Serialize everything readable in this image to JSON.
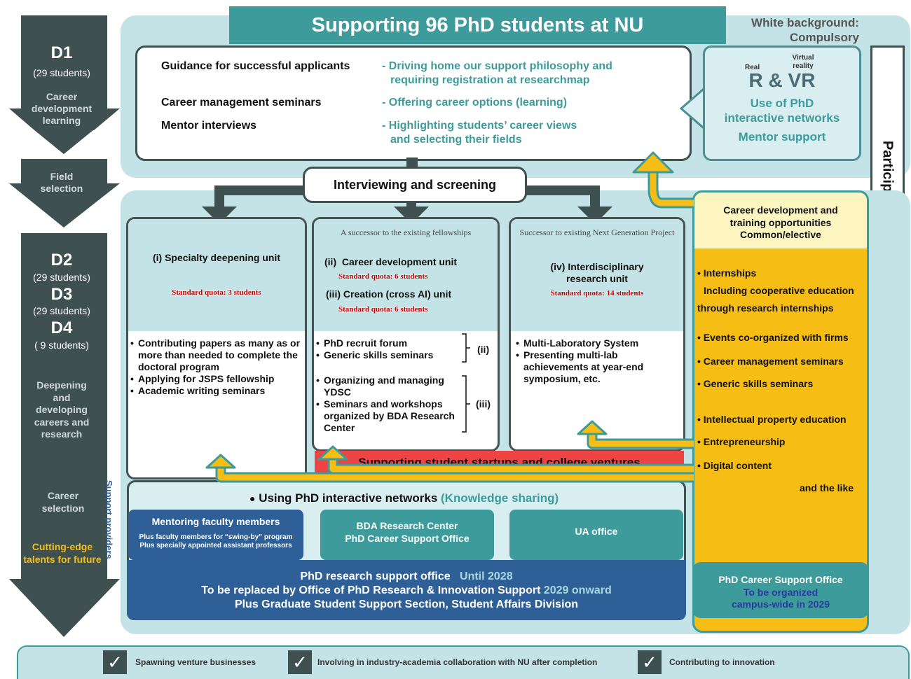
{
  "title": "Supporting 96 PhD students at NU",
  "white_bg_note": [
    "White background:",
    "Compulsory"
  ],
  "stages": {
    "d1": "D1",
    "d1_count": "(29 students)",
    "career_dev_learning": [
      "Career",
      "development",
      "learning"
    ],
    "field_selection": [
      "Field",
      "selection"
    ],
    "d2": "D2",
    "d2_count": "(29 students)",
    "d3": "D3",
    "d3_count": "(29 students)",
    "d4": "D4",
    "d4_count": "( 9 students)",
    "deepening": [
      "Deepening",
      "and",
      "developing",
      "careers and",
      "research"
    ],
    "career_selection": [
      "Career",
      "selection"
    ],
    "cutting_edge": [
      "Cutting-edge",
      "talents for future"
    ]
  },
  "guidance": {
    "rows": [
      {
        "left": "Guidance for successful applicants",
        "right": [
          "- Driving home our support philosophy and",
          "requiring registration at researchmap"
        ]
      },
      {
        "left": "Career management seminars",
        "right": [
          "- Offering career options (learning)"
        ]
      },
      {
        "left": "Mentor interviews",
        "right": [
          "- Highlighting students’ career views",
          "and selecting their fields"
        ]
      }
    ]
  },
  "rvr": {
    "real": "Real",
    "virtual": [
      "Virtual",
      "reality"
    ],
    "title": "R & VR",
    "use": [
      "Use of PhD",
      "interactive networks"
    ],
    "mentor": "Mentor support"
  },
  "year_end": "Participation in year-end symposium",
  "screening": "Interviewing and screening",
  "units": {
    "u1": {
      "title": "(i) Specialty deepening unit",
      "quota": "Standard quota: 3 students",
      "items": [
        "Contributing papers as many as or more than  needed to complete the doctoral program",
        "Applying for JSPS fellowship",
        "Academic writing seminars"
      ]
    },
    "u2": {
      "header": "A successor to the existing fellowships",
      "title2": "(ii)  Career development unit",
      "quota2": "Standard quota: 6 students",
      "title3": "(iii) Creation (cross AI) unit",
      "quota3": "Standard quota: 6 students",
      "group_ii": [
        "PhD recruit forum",
        "Generic skills seminars"
      ],
      "group_ii_label": "(ii)",
      "group_iii": [
        "Organizing and managing YDSC",
        "Seminars and workshops organized by BDA Research Center"
      ],
      "group_iii_label": "(iii)"
    },
    "u4": {
      "header": "Successor to existing Next Generation Project",
      "title": [
        "(iv) Interdisciplinary",
        "research unit"
      ],
      "quota": "Standard quota: 14 students",
      "items": [
        "Multi-Laboratory System",
        "Presenting multi-lab achievements at year-end symposium, etc."
      ]
    }
  },
  "startups": "Supporting student startups and college ventures",
  "career_dev": {
    "header": [
      "Career development and",
      "training opportunities",
      "Common/elective"
    ],
    "items": [
      "Internships",
      "Including cooperative education",
      "through research internships",
      "Events co-organized with firms",
      "Career management seminars",
      "Generic skills seminars",
      "Intellectual property education",
      "Entrepreneurship",
      "Digital content",
      "and the like"
    ],
    "office": "PhD Career Support Office",
    "office_note": [
      "To be organized",
      "campus-wide in 2029"
    ]
  },
  "networks": {
    "title": "Using PhD interactive networks",
    "subtitle": "(Knowledge sharing)",
    "support_providers": "Support providers",
    "mentoring": "Mentoring faculty members",
    "mentoring_notes": [
      "Plus faculty members for “swing-by” program",
      "Plus specially appointed assistant professors"
    ],
    "bda": [
      "BDA Research Center",
      "PhD Career Support Office"
    ],
    "ua": "UA office",
    "office_l1a": "PhD research support office",
    "office_l1b": "Until 2028",
    "office_l2a": "To be replaced by Office of PhD Research & Innovation Support",
    "office_l2b": "2029 onward",
    "office_l3": "Plus Graduate Student Support Section, Student Affairs Division"
  },
  "outcomes": [
    "Spawning venture businesses",
    "Involving in industry-academia collaboration with NU after completion",
    "Contributing to innovation"
  ],
  "colors": {
    "teal": "#3d9b9c",
    "light_teal": "#c4e3e6",
    "dark_slate": "#3f5050",
    "yellow": "#f6bd14",
    "red": "#ef4444",
    "navy": "#2e5f96"
  }
}
